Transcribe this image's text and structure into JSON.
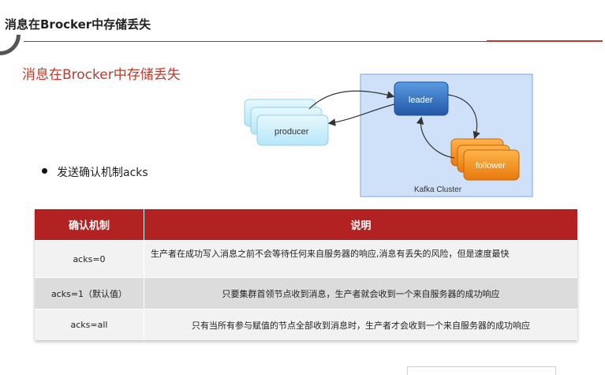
{
  "header": {
    "title": "消息在Brocker中存储丢失"
  },
  "slide": {
    "title": "消息在Brocker中存储丢失",
    "bullet": "发送确认机制acks"
  },
  "diagram": {
    "producer_label": "producer",
    "leader_label": "leader",
    "follower_label": "follower",
    "cluster_label": "Kafka Cluster"
  },
  "table": {
    "headers": [
      "确认机制",
      "说明"
    ],
    "rows": [
      {
        "mechanism": "acks=0",
        "description": "生产者在成功写入消息之前不会等待任何来自服务器的响应,消息有丢失的风险，但是速度最快"
      },
      {
        "mechanism": "acks=1（默认值）",
        "description": "只要集群首领节点收到消息，生产者就会收到一个来自服务器的成功响应"
      },
      {
        "mechanism": "acks=all",
        "description": "只有当所有参与赋值的节点全部收到消息时，生产者才会收到一个来自服务器的成功响应"
      }
    ]
  },
  "colors": {
    "accent_red": "#c0392b",
    "header_red": "#b22222",
    "leader_blue": "#2f6fc4",
    "follower_orange": "#f08a1c",
    "producer_cyan": "#c9eefb",
    "cluster_bg": "#cfe1f8"
  }
}
